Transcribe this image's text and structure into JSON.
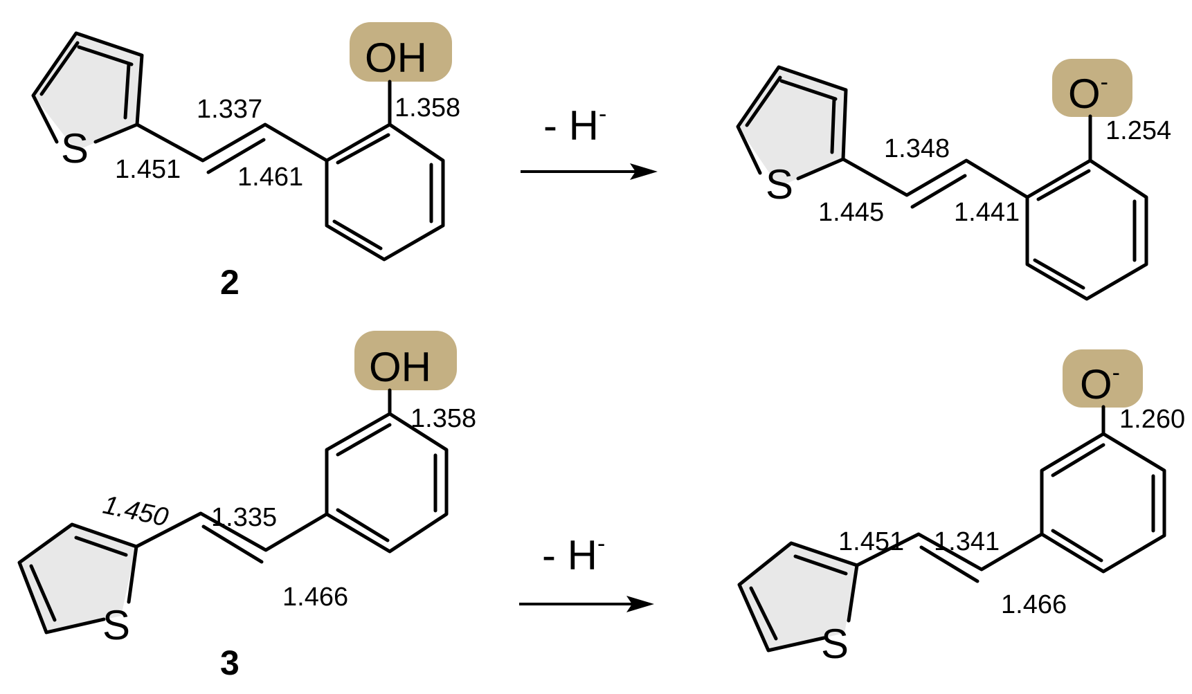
{
  "colors": {
    "highlight": "#c4b083",
    "ring_fill": "#e8e8e8",
    "line": "#000000"
  },
  "reagent": {
    "prefix": "- H",
    "charge": "-"
  },
  "compounds": {
    "c2": {
      "number": "2",
      "hydroxyl": "OH",
      "sulfur": "S",
      "bond_co": "1.358",
      "bond_vinyl_double": "1.337",
      "bond_thio_vinyl": "1.451",
      "bond_vinyl_aryl": "1.461"
    },
    "c2_anion": {
      "oxygen": "O",
      "charge": "-",
      "sulfur": "S",
      "bond_co": "1.254",
      "bond_vinyl_double": "1.348",
      "bond_thio_vinyl": "1.445",
      "bond_vinyl_aryl": "1.441"
    },
    "c3": {
      "number": "3",
      "hydroxyl": "OH",
      "sulfur": "S",
      "bond_co": "1.358",
      "bond_vinyl_double": "1.335",
      "bond_thio_vinyl": "1.450",
      "bond_vinyl_aryl": "1.466"
    },
    "c3_anion": {
      "oxygen": "O",
      "charge": "-",
      "sulfur": "S",
      "bond_co": "1.260",
      "bond_vinyl_double": "1.341",
      "bond_thio_vinyl": "1.451",
      "bond_vinyl_aryl": "1.466"
    }
  }
}
